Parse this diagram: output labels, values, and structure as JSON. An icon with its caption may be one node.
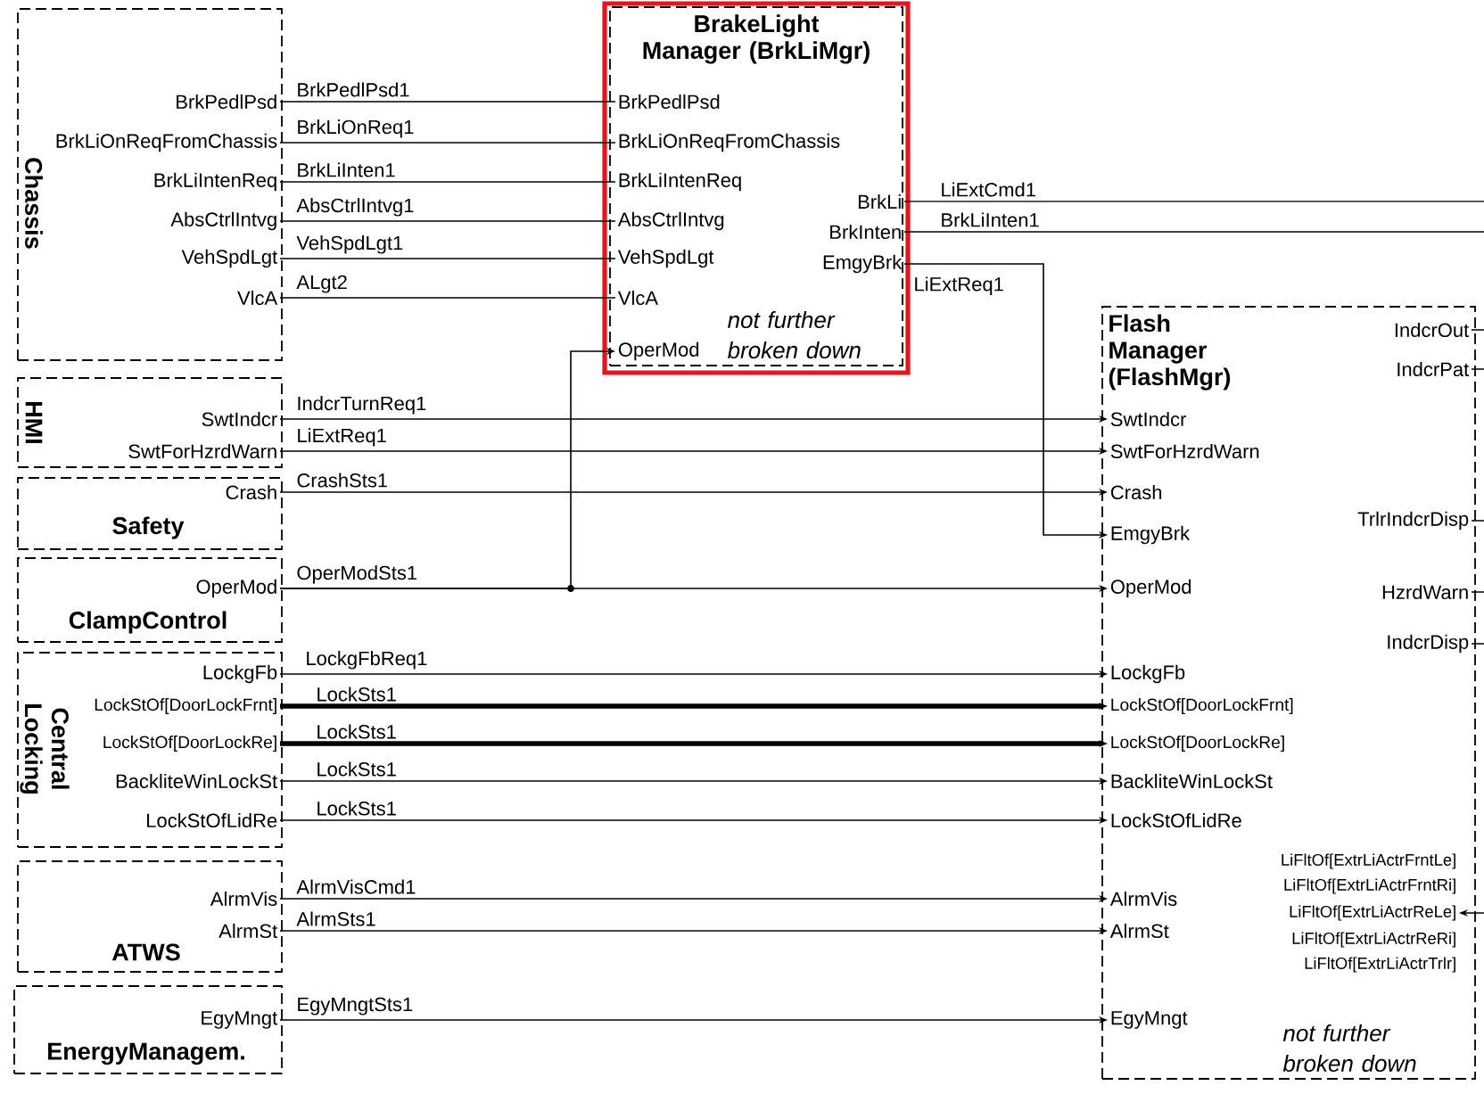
{
  "diagram": {
    "nodes": [
      {
        "text": [
          "Chassis"
        ]
      },
      {
        "text": [
          "BrkPedlPsd"
        ],
        "in": 0
      },
      {
        "text": [
          "BrkLiOnReqFromChassis"
        ],
        "in": 0
      },
      {
        "text": [
          "BrkLiIntenReq"
        ],
        "in": 0
      },
      {
        "text": [
          "AbsCtrlIntvg"
        ],
        "in": 0
      },
      {
        "text": [
          "VehSpdLgt"
        ],
        "in": 0
      },
      {
        "text": [
          "VlcA"
        ],
        "in": 0
      },
      {
        "text": [
          "HMI"
        ]
      },
      {
        "text": [
          "SwtIndcr"
        ],
        "in": 7
      },
      {
        "text": [
          "SwtForHzrdWarn"
        ],
        "in": 7
      },
      {
        "text": [
          "Safety"
        ]
      },
      {
        "text": [
          "Crash"
        ],
        "in": 10
      },
      {
        "text": [
          "ClampControl"
        ]
      },
      {
        "text": [
          "OperMod"
        ],
        "in": 12
      },
      {
        "text": [
          "Central Locking"
        ]
      },
      {
        "text": [
          "LockgFb"
        ],
        "in": 14
      },
      {
        "text": [
          "LockStOf[DoorLockFrnt]"
        ],
        "in": 14
      },
      {
        "text": [
          "LockStOf[DoorLockRe]"
        ],
        "in": 14
      },
      {
        "text": [
          "BackliteWinLockSt"
        ],
        "in": 14
      },
      {
        "text": [
          "LockStOfLidRe"
        ],
        "in": 14
      },
      {
        "text": [
          "ATWS"
        ]
      },
      {
        "text": [
          "AlrmVis"
        ],
        "in": 20
      },
      {
        "text": [
          "AlrmSt"
        ],
        "in": 20
      },
      {
        "text": [
          "EnergyManagem."
        ]
      },
      {
        "text": [
          "EgyMngt"
        ],
        "in": 23
      },
      {
        "text": [
          "BrakeLight Manager (BrkLiMgr)",
          "not further broken down"
        ]
      },
      {
        "text": [
          "BrkPedlPsd"
        ],
        "in": 25
      },
      {
        "text": [
          "BrkLiOnReqFromChassis"
        ],
        "in": 25
      },
      {
        "text": [
          "BrkLiIntenReq"
        ],
        "in": 25
      },
      {
        "text": [
          "AbsCtrlIntvg"
        ],
        "in": 25
      },
      {
        "text": [
          "VehSpdLgt"
        ],
        "in": 25
      },
      {
        "text": [
          "VlcA"
        ],
        "in": 25
      },
      {
        "text": [
          "OperMod"
        ],
        "in": 25
      },
      {
        "text": [
          "BrkLi"
        ],
        "in": 25
      },
      {
        "text": [
          "BrkInten"
        ],
        "in": 25
      },
      {
        "text": [
          "EmgyBrk"
        ],
        "in": 25
      },
      {
        "text": [
          "Flash Manager (FlashMgr)",
          "not further broken down"
        ]
      },
      {
        "text": [
          "SwtIndcr"
        ],
        "in": 36
      },
      {
        "text": [
          "SwtForHzrdWarn"
        ],
        "in": 36
      },
      {
        "text": [
          "Crash"
        ],
        "in": 36
      },
      {
        "text": [
          "EmgyBrk"
        ],
        "in": 36
      },
      {
        "text": [
          "OperMod"
        ],
        "in": 36
      },
      {
        "text": [
          "LockgFb"
        ],
        "in": 36
      },
      {
        "text": [
          "LockStOf[DoorLockFrnt]"
        ],
        "in": 36
      },
      {
        "text": [
          "LockStOf[DoorLockRe]"
        ],
        "in": 36
      },
      {
        "text": [
          "BackliteWinLockSt"
        ],
        "in": 36
      },
      {
        "text": [
          "LockStOfLidRe"
        ],
        "in": 36
      },
      {
        "text": [
          "AlrmVis"
        ],
        "in": 36
      },
      {
        "text": [
          "AlrmSt"
        ],
        "in": 36
      },
      {
        "text": [
          "EgyMngt"
        ],
        "in": 36
      },
      {
        "text": [
          "IndcrOut"
        ],
        "in": 36
      },
      {
        "text": [
          "IndcrPat"
        ],
        "in": 36
      },
      {
        "text": [
          "TrlrIndcrDisp"
        ],
        "in": 36
      },
      {
        "text": [
          "HzrdWarn"
        ],
        "in": 36
      },
      {
        "text": [
          "IndcrDisp"
        ],
        "in": 36
      },
      {
        "text": [
          "LiFltOf[ExtrLiActrFrntLe]"
        ],
        "in": 36
      },
      {
        "text": [
          "LiFltOf[ExtrLiActrFrntRi]"
        ],
        "in": 36
      },
      {
        "text": [
          "LiFltOf[ExtrLiActrReLe]"
        ],
        "in": 36
      },
      {
        "text": [
          "LiFltOf[ExtrLiActrReRi]"
        ],
        "in": 36
      },
      {
        "text": [
          "LiFltOf[ExtrLiActrTrlr]"
        ],
        "in": 36
      }
    ],
    "edges": [
      {
        "from": 1,
        "to": 26,
        "arrow": "none",
        "label": "BrkPedlPsd1"
      },
      {
        "from": 2,
        "to": 27,
        "arrow": "none",
        "label": "BrkLiOnReq1"
      },
      {
        "from": 3,
        "to": 28,
        "arrow": "none",
        "label": "BrkLiInten1"
      },
      {
        "from": 4,
        "to": 29,
        "arrow": "none",
        "label": "AbsCtrlIntvg1"
      },
      {
        "from": 5,
        "to": 30,
        "arrow": "none",
        "label": "VehSpdLgt1"
      },
      {
        "from": 6,
        "to": 31,
        "arrow": "none",
        "label": "ALgt2"
      },
      {
        "from": 33,
        "to": null,
        "arrow": "none",
        "label": "LiExtCmd1"
      },
      {
        "from": 34,
        "to": null,
        "arrow": "none",
        "label": "BrkLiInten1"
      },
      {
        "from": 35,
        "to": 40,
        "arrow": "to",
        "label": "LiExtReq1"
      },
      {
        "from": 8,
        "to": 37,
        "arrow": "to",
        "label": "IndcrTurnReq1"
      },
      {
        "from": 9,
        "to": 38,
        "arrow": "to",
        "label": "LiExtReq1"
      },
      {
        "from": 11,
        "to": 39,
        "arrow": "to",
        "label": "CrashSts1"
      },
      {
        "from": 13,
        "to": 32,
        "arrow": "to"
      },
      {
        "from": 13,
        "to": 41,
        "arrow": "to",
        "label": "OperModSts1"
      },
      {
        "from": 15,
        "to": 42,
        "arrow": "to",
        "label": "LockgFbReq1"
      },
      {
        "from": 16,
        "to": 43,
        "arrow": "to",
        "label": "LockSts1",
        "style": "thick"
      },
      {
        "from": 17,
        "to": 44,
        "arrow": "to",
        "label": "LockSts1",
        "style": "thick"
      },
      {
        "from": 18,
        "to": 45,
        "arrow": "to",
        "label": "LockSts1"
      },
      {
        "from": 19,
        "to": 46,
        "arrow": "to",
        "label": "LockSts1"
      },
      {
        "from": 21,
        "to": 47,
        "arrow": "to",
        "label": "AlrmVisCmd1"
      },
      {
        "from": 22,
        "to": 48,
        "arrow": "to",
        "label": "AlrmSts1"
      },
      {
        "from": 24,
        "to": 49,
        "arrow": "to",
        "label": "EgyMngtSts1"
      },
      {
        "from": 50,
        "to": null,
        "arrow": "none"
      },
      {
        "from": 51,
        "to": null,
        "arrow": "none"
      },
      {
        "from": 52,
        "to": null,
        "arrow": "none"
      },
      {
        "from": 53,
        "to": null,
        "arrow": "none"
      },
      {
        "from": 54,
        "to": null,
        "arrow": "none"
      },
      {
        "from": null,
        "to": 57,
        "arrow": "to"
      }
    ]
  }
}
